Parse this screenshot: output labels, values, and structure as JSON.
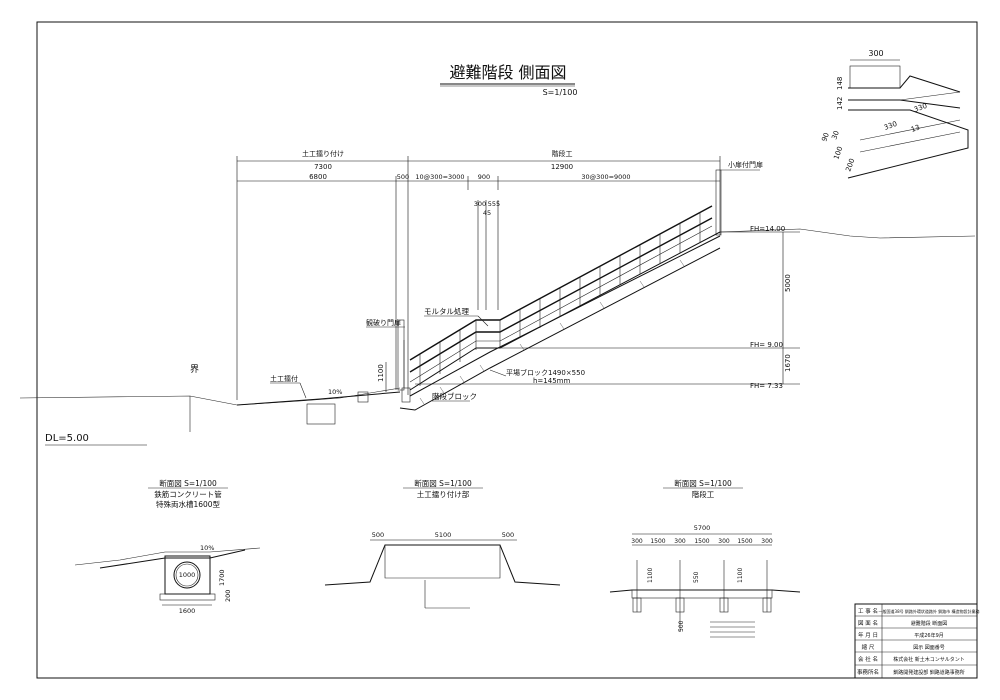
{
  "title": "避難階段 側面図",
  "scale_main": "S=1/100",
  "dims_top": {
    "left_group": "土工擂り付け",
    "left_total": "7300",
    "left_a": "6800",
    "left_b": "500",
    "right_group": "階段工",
    "right_total": "12900",
    "seg1": "10@300=3000",
    "seg2": "900",
    "seg3": "30@300=9000",
    "mid_a": "300",
    "mid_b": "555",
    "mid_c": "45"
  },
  "levels": {
    "fh_top": "FH=14.00",
    "fh_mid": "FH= 9.00",
    "fh_low": "FH= 7.33",
    "h_upper": "5000",
    "h_lower": "1670",
    "dl": "DL=5.00",
    "height_rail": "1100"
  },
  "labels": {
    "small_gate": "小扉付門扉",
    "pull_gate": "観破り門扉",
    "mortar": "モルタル処理",
    "flat_block": "平場ブロック1490×550",
    "flat_block_h": "h=145mm",
    "step_block": "階段ブロック",
    "embankment": "土工擂付",
    "slope": "10%",
    "boundary": "界"
  },
  "inset": {
    "w": "300",
    "h1": "148",
    "h2": "142",
    "d1": "330",
    "d2": "330",
    "d3": "13",
    "d4": "90",
    "d5": "30",
    "d6": "100",
    "d7": "200"
  },
  "sections": [
    {
      "title": "断面図  S=1/100",
      "sub1": "鉄筋コンクリート管",
      "sub2": "特殊両水槽1600型",
      "slope": "10%",
      "d_pipe": "1000",
      "h": "1700",
      "w": "1600",
      "side": "200"
    },
    {
      "title": "断面図  S=1/100",
      "sub1": "土工擂り付け部",
      "w_left": "500",
      "w_mid": "5100",
      "w_right": "500"
    },
    {
      "title": "断面図  S=1/100",
      "sub1": "階段工",
      "total": "5700",
      "segs": [
        "300",
        "1500",
        "300",
        "1500",
        "300",
        "1500",
        "300"
      ],
      "h1": "1100",
      "h2": "550",
      "h3": "1100",
      "bottom": "500"
    }
  ],
  "title_block": {
    "rows": [
      {
        "key": "工 事 名",
        "val": "一般国道38号 釧路外環状道路外 釧路市  構造物設計業務"
      },
      {
        "key": "図 面 名",
        "val": "避難階段  断面図"
      },
      {
        "key": "年 月 日",
        "val": "平成26年9月"
      },
      {
        "key": "縮   尺",
        "val": "図示        図面番号"
      },
      {
        "key": "会 社 名",
        "val": "株式会社  新土木コンサルタント"
      },
      {
        "key": "事務所名",
        "val": "釧路開発建設部  釧路道路事務所"
      }
    ]
  }
}
